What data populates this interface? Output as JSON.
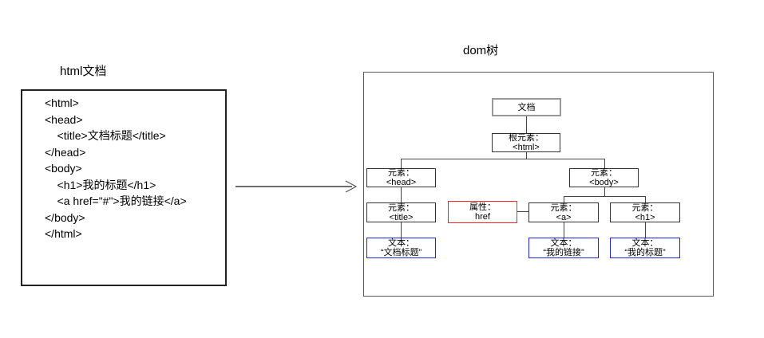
{
  "left_panel": {
    "title": "html文档",
    "code_lines": [
      "<html>",
      "<head>",
      "    <title>文档标题</title>",
      "</head>",
      "<body>",
      "    <h1>我的标题</h1>",
      "    <a href=\"#\">我的链接</a>",
      "",
      "</body>",
      "</html>"
    ]
  },
  "arrow": {
    "direction": "right"
  },
  "dom_tree": {
    "title": "dom树",
    "nodes": {
      "document": {
        "line1": "文档"
      },
      "root": {
        "line1": "根元素：",
        "line2": "<html>"
      },
      "head": {
        "line1": "元素：",
        "line2": "<head>"
      },
      "body": {
        "line1": "元素：",
        "line2": "<body>"
      },
      "title_el": {
        "line1": "元素：",
        "line2": "<title>"
      },
      "attr": {
        "line1": "属性：",
        "line2": "href"
      },
      "a_el": {
        "line1": "元素：",
        "line2": "<a>"
      },
      "h1_el": {
        "line1": "元素：",
        "line2": "<h1>"
      },
      "text_title": {
        "line1": "文本：",
        "line2": "“文档标题”"
      },
      "text_link": {
        "line1": "文本：",
        "line2": "“我的链接”"
      },
      "text_heading": {
        "line1": "文本：",
        "line2": "“我的标题”"
      }
    }
  },
  "colors": {
    "node_border": "#333333",
    "document_node_border": "#999999",
    "attribute_node_border": "#ff2222",
    "text_node_border": "#2222dd",
    "connector": "#444444",
    "arrow": "#6e6e6e",
    "frame_border": "#565656"
  }
}
